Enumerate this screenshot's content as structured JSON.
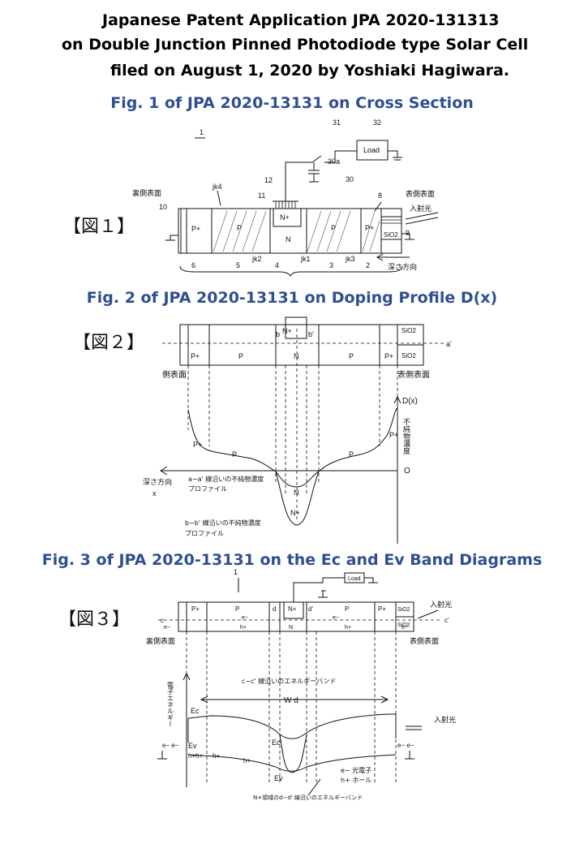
{
  "header": {
    "line1": "Japanese Patent Application JPA 2020-131313",
    "line2": "on Double Junction Pinned Photodiode type Solar Cell",
    "line3": "filed on August 1, 2020 by Yoshiaki Hagiwara."
  },
  "fig1": {
    "caption": "Fig. 1  of  JPA 2020-13131  on Cross Section",
    "fig_label": "【図１】",
    "labels": {
      "n1": "1",
      "n31": "31",
      "n32": "32",
      "load": "Load",
      "n30a": "30a",
      "n30": "30",
      "back_surface": "裏側表面",
      "jk4": "jk4",
      "n12": "12",
      "n11": "11",
      "n8": "8",
      "front_surface": "表側表面",
      "n10": "10",
      "incident_light": "入射光",
      "p_plus_left": "P+",
      "p_left": "P",
      "n_plus": "N+",
      "n_mid": "N",
      "p_right": "P",
      "p_plus_right": "P+",
      "sio2": "SiO2",
      "n9": "9",
      "n6": "6",
      "n5": "5",
      "jk2": "jk2",
      "n4": "4",
      "jk1": "jk1",
      "n3": "3",
      "jk3": "jk3",
      "n2": "2",
      "depth_dir": "深さ方向"
    }
  },
  "fig2": {
    "caption": "Fig. 2  of  JPA 2020-13131  on Doping Profile D(x)",
    "fig_label": "【図２】",
    "labels": {
      "n_plus": "N+",
      "b": "b",
      "b_prime": "b'",
      "sio2_top": "SiO2",
      "sio2_bot": "SiO2",
      "a_prime": "a'",
      "p_plus_left": "P+",
      "p_left": "P",
      "n_mid": "N",
      "p_right": "P",
      "p_plus_right": "P+",
      "side_surface": "側表面",
      "front_surface": "表側表面",
      "dx": "D(x)",
      "impurity_conc": "不純物濃度",
      "curve_p_plus_left": "P+",
      "curve_p_left": "P",
      "curve_p_right": "P",
      "curve_p_plus_right": "P+",
      "origin": "O",
      "depth_dir": "深さ方向",
      "x": "x",
      "aa_profile_1": "a−a' 線沿いの不純物濃度",
      "aa_profile_2": "プロファイル",
      "curve_n": "N",
      "curve_n_plus": "N+",
      "bb_profile_1": "b−b' 線沿いの不純物濃度",
      "bb_profile_2": "プロファイル"
    }
  },
  "fig3": {
    "caption": "Fig. 3  of  JPA 2020-13131  on the Ec and Ev Band Diagrams",
    "fig_label": "【図３】",
    "labels": {
      "n1": "1",
      "load": "Load",
      "incident_light_top": "入射光",
      "p_plus_left": "P+",
      "p_left": "P",
      "d": "d",
      "n_plus": "N+",
      "d_prime": "d'",
      "p_right": "P",
      "p_plus_right": "P+",
      "sio2_top": "SiO2",
      "sio2_bot": "SiO2",
      "c": "c",
      "c_prime": "c'",
      "e_left": "e−",
      "e_mid": "e−",
      "e_right": "e−",
      "e_far": "e−",
      "h_left": "h+",
      "n_mid": "N",
      "h_right": "h+",
      "back_surface": "裏側表面",
      "front_surface": "表側表面",
      "electron_energy": "電子エネルギー",
      "cc_band": "c−c' 線沿いのエネルギーバンド",
      "wd": "W d",
      "ec_left": "Ec",
      "incident_light": "入射光",
      "e_band_left": "e− e−",
      "e_band_right": "e− e−",
      "ev_left": "Ev",
      "ec_mid": "Ec",
      "hhh": "h+h+",
      "h1": "h+",
      "h2": "h+",
      "ev_mid": "Ev",
      "legend_e": "e−   光電子",
      "legend_h": "h+   ホール",
      "nplus_band": "N+領域のd−d' 線沿いのエネルギーバンド"
    }
  }
}
